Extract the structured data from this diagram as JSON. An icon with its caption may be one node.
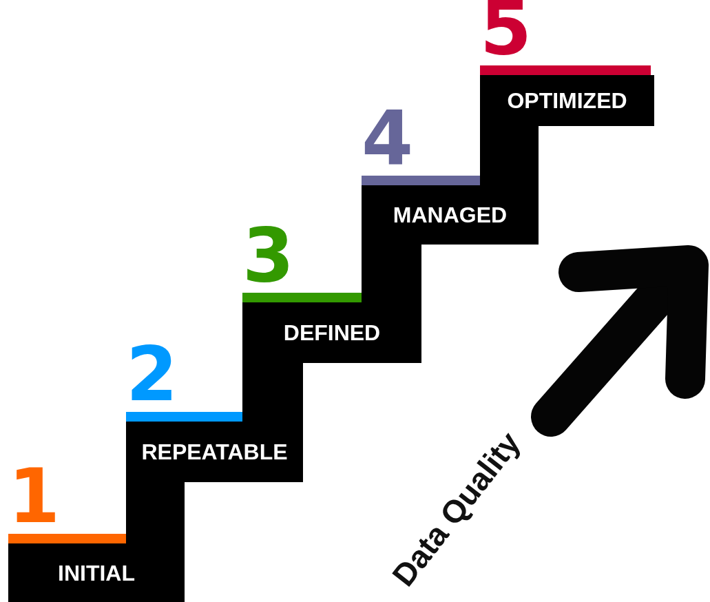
{
  "diagram": {
    "nodes": [
      {
        "text": [
          "1",
          "INITIAL"
        ]
      },
      {
        "text": [
          "2",
          "REPEATABLE"
        ]
      },
      {
        "text": [
          "3",
          "DEFINED"
        ]
      },
      {
        "text": [
          "4",
          "MANAGED"
        ]
      },
      {
        "text": [
          "5",
          "OPTIMIZED"
        ]
      }
    ],
    "labels": [
      "Data Quality"
    ]
  }
}
